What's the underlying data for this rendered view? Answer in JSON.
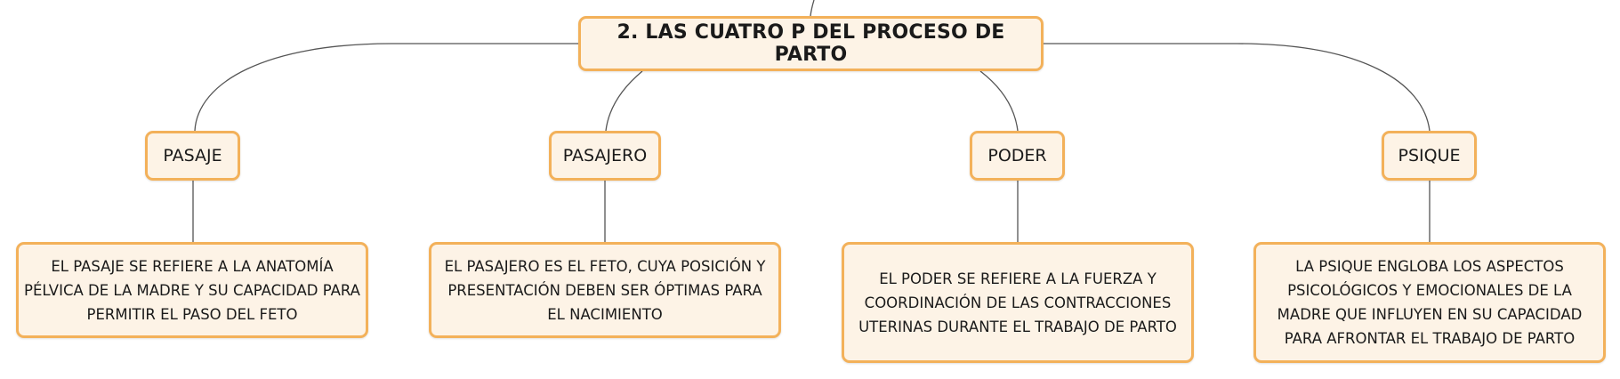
{
  "diagram": {
    "root": {
      "label": "2. LAS CUATRO P DEL PROCESO DE PARTO"
    },
    "categories": [
      {
        "label": "PASAJE",
        "description": "EL PASAJE SE REFIERE A LA ANATOMÍA PÉLVICA DE LA MADRE Y SU CAPACIDAD PARA PERMITIR EL PASO DEL FETO"
      },
      {
        "label": "PASAJERO",
        "description": "EL PASAJERO ES EL FETO, CUYA POSICIÓN Y PRESENTACIÓN DEBEN SER ÓPTIMAS PARA EL NACIMIENTO"
      },
      {
        "label": "PODER",
        "description": "EL PODER SE REFIERE A LA FUERZA Y COORDINACIÓN DE LAS CONTRACCIONES UTERINAS DURANTE EL TRABAJO DE PARTO"
      },
      {
        "label": "PSIQUE",
        "description": "LA PSIQUE ENGLOBA LOS ASPECTOS PSICOLÓGICOS Y EMOCIONALES DE LA MADRE QUE INFLUYEN EN SU CAPACIDAD PARA AFRONTAR EL TRABAJO DE PARTO"
      }
    ],
    "colors": {
      "node_fill": "#fdf3e6",
      "node_border": "#f3b15a",
      "connector": "#555555"
    }
  }
}
